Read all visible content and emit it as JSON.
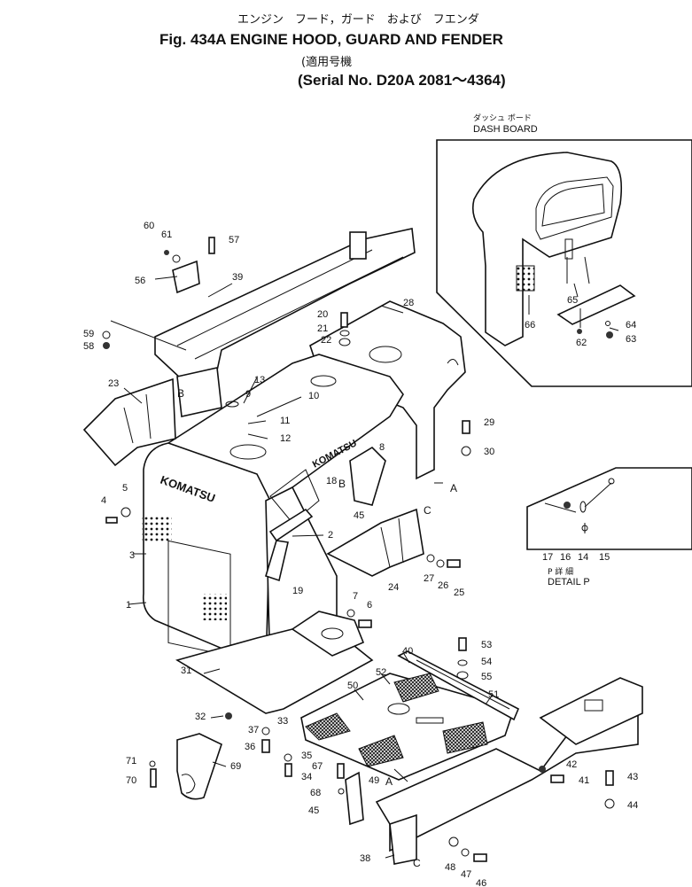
{
  "header": {
    "title_jp": "エンジン　フード，ガード　および　フエンダ",
    "title": "Fig. 434A ENGINE HOOD, GUARD AND FENDER",
    "serial_jp": "(適用号機",
    "serial": "(Serial No. D20A 2081～4364)"
  },
  "inset_dash_board": {
    "label_jp": "ダッシュ ボード",
    "label": "DASH BOARD",
    "callouts": [
      "66",
      "65",
      "64",
      "63",
      "62"
    ]
  },
  "inset_detail_p": {
    "label_jp": "P 詳 細",
    "label": "DETAIL P",
    "callouts": [
      "17",
      "16",
      "14",
      "15"
    ]
  },
  "badges": {
    "hood_brand": "KOMATSU",
    "guard_brand": "KOMATSU"
  },
  "callouts": [
    {
      "id": "60",
      "text": "60"
    },
    {
      "id": "61",
      "text": "61"
    },
    {
      "id": "57",
      "text": "57"
    },
    {
      "id": "56",
      "text": "56"
    },
    {
      "id": "39",
      "text": "39"
    },
    {
      "id": "59",
      "text": "59"
    },
    {
      "id": "58",
      "text": "58"
    },
    {
      "id": "20",
      "text": "20"
    },
    {
      "id": "21",
      "text": "21"
    },
    {
      "id": "22",
      "text": "22"
    },
    {
      "id": "28",
      "text": "28"
    },
    {
      "id": "23",
      "text": "23"
    },
    {
      "id": "13",
      "text": "13"
    },
    {
      "id": "9",
      "text": "9"
    },
    {
      "id": "10",
      "text": "10"
    },
    {
      "id": "11",
      "text": "11"
    },
    {
      "id": "12",
      "text": "12"
    },
    {
      "id": "29",
      "text": "29"
    },
    {
      "id": "30",
      "text": "30"
    },
    {
      "id": "8",
      "text": "8"
    },
    {
      "id": "18",
      "text": "18"
    },
    {
      "id": "45a",
      "text": "45"
    },
    {
      "id": "4",
      "text": "4"
    },
    {
      "id": "5",
      "text": "5"
    },
    {
      "id": "3",
      "text": "3"
    },
    {
      "id": "2",
      "text": "2"
    },
    {
      "id": "24",
      "text": "24"
    },
    {
      "id": "27",
      "text": "27"
    },
    {
      "id": "26",
      "text": "26"
    },
    {
      "id": "25",
      "text": "25"
    },
    {
      "id": "19",
      "text": "19"
    },
    {
      "id": "1",
      "text": "1"
    },
    {
      "id": "7",
      "text": "7"
    },
    {
      "id": "6",
      "text": "6"
    },
    {
      "id": "53",
      "text": "53"
    },
    {
      "id": "54",
      "text": "54"
    },
    {
      "id": "55",
      "text": "55"
    },
    {
      "id": "40",
      "text": "40"
    },
    {
      "id": "52",
      "text": "52"
    },
    {
      "id": "50",
      "text": "50"
    },
    {
      "id": "51",
      "text": "51"
    },
    {
      "id": "31",
      "text": "31"
    },
    {
      "id": "32",
      "text": "32"
    },
    {
      "id": "37",
      "text": "37"
    },
    {
      "id": "33",
      "text": "33"
    },
    {
      "id": "36",
      "text": "36"
    },
    {
      "id": "35",
      "text": "35"
    },
    {
      "id": "71",
      "text": "71"
    },
    {
      "id": "69",
      "text": "69"
    },
    {
      "id": "70",
      "text": "70"
    },
    {
      "id": "67",
      "text": "67"
    },
    {
      "id": "34",
      "text": "34"
    },
    {
      "id": "68",
      "text": "68"
    },
    {
      "id": "49",
      "text": "49"
    },
    {
      "id": "45b",
      "text": "45"
    },
    {
      "id": "42",
      "text": "42"
    },
    {
      "id": "41",
      "text": "41"
    },
    {
      "id": "43",
      "text": "43"
    },
    {
      "id": "44",
      "text": "44"
    },
    {
      "id": "38",
      "text": "38"
    },
    {
      "id": "48",
      "text": "48"
    },
    {
      "id": "47",
      "text": "47"
    },
    {
      "id": "46",
      "text": "46"
    }
  ],
  "refs": {
    "A1": "A",
    "A2": "A",
    "B1": "B",
    "B2": "B",
    "C1": "C",
    "C2": "C"
  }
}
